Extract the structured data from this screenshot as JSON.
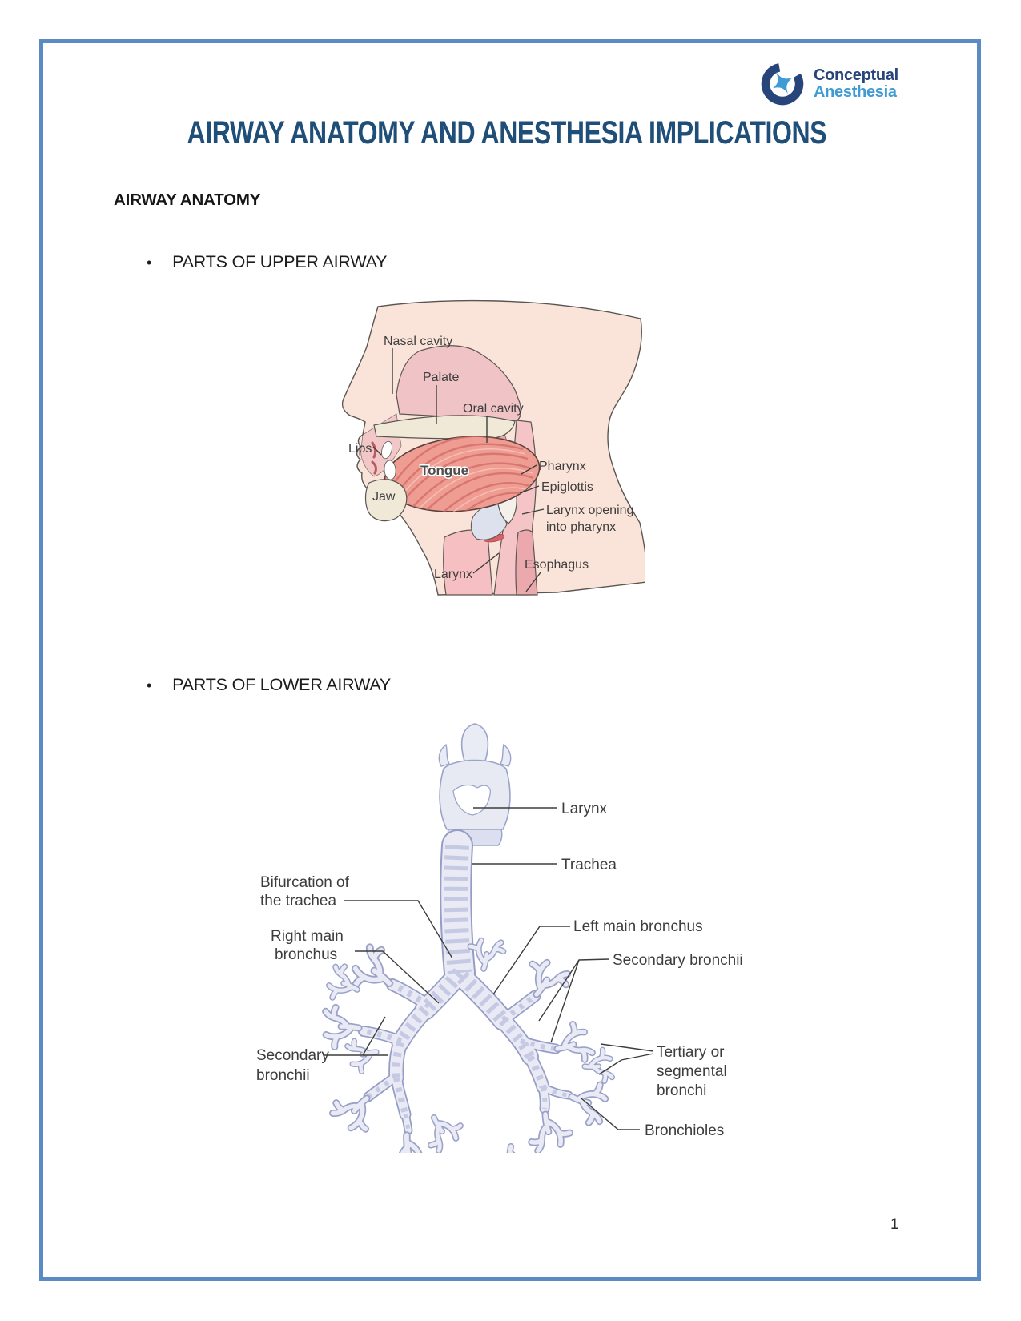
{
  "logo": {
    "line1": "Conceptual",
    "line2": "Anesthesia"
  },
  "title": "AIRWAY ANATOMY AND ANESTHESIA IMPLICATIONS",
  "section_heading": "AIRWAY ANATOMY",
  "bullets": [
    {
      "label": "PARTS OF UPPER AIRWAY"
    },
    {
      "label": "PARTS OF LOWER AIRWAY"
    }
  ],
  "upper_diagram": {
    "labels": {
      "nasal_cavity": "Nasal cavity",
      "palate": "Palate",
      "oral_cavity": "Oral cavity",
      "lips": "Lips",
      "tongue": "Tongue",
      "jaw": "Jaw",
      "pharynx": "Pharynx",
      "epiglottis": "Epiglottis",
      "larynx_opening_line1": "Larynx opening",
      "larynx_opening_line2": "into pharynx",
      "larynx": "Larynx",
      "esophagus": "Esophagus"
    }
  },
  "lower_diagram": {
    "labels": {
      "larynx": "Larynx",
      "trachea": "Trachea",
      "bifurcation_line1": "Bifurcation of",
      "bifurcation_line2": "the trachea",
      "right_main_line1": "Right main",
      "right_main_line2": "bronchus",
      "left_main": "Left main bronchus",
      "secondary_right": "Secondary bronchii",
      "secondary_left_line1": "Secondary",
      "secondary_left_line2": "bronchii",
      "tertiary_line1": "Tertiary or",
      "tertiary_line2": "segmental",
      "tertiary_line3": "bronchi",
      "bronchioles": "Bronchioles"
    }
  },
  "page_number": "1",
  "colors": {
    "title_blue": "#1f4e79",
    "border_blue": "#5b8ac5",
    "logo_navy": "#27457b",
    "logo_light_blue": "#3f9bd3"
  }
}
